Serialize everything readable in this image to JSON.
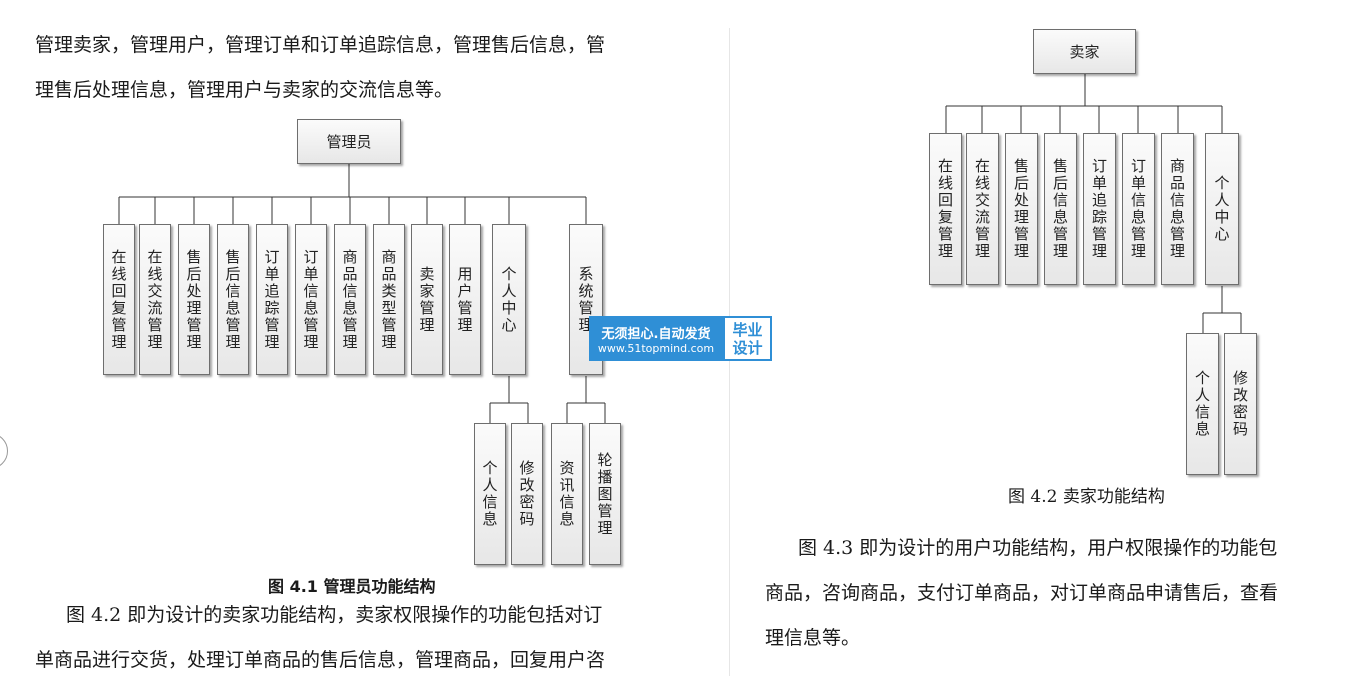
{
  "left_column": {
    "para_top_lines": [
      "管理卖家，管理用户，管理订单和订单追踪信息，管理售后信息，管",
      "理售后处理信息，管理用户与卖家的交流信息等。"
    ],
    "diagram": {
      "root": "管理员",
      "children": [
        "在线回复管理",
        "在线交流管理",
        "售后处理管理",
        "售后信息管理",
        "订单追踪管理",
        "订单信息管理",
        "商品信息管理",
        "商品类型管理",
        "卖家管理",
        "用户管理",
        "个人中心",
        "系统管理"
      ],
      "sub_personal": [
        "个人信息",
        "修改密码"
      ],
      "sub_system": [
        "资讯信息",
        "轮播图管理"
      ]
    },
    "caption": "图 4.1  管理员功能结构",
    "para_bottom_lines": [
      "图 4.2 即为设计的卖家功能结构，卖家权限操作的功能包括对订",
      "单商品进行交货，处理订单商品的售后信息，管理商品，回复用户咨"
    ]
  },
  "right_column": {
    "diagram": {
      "root": "卖家",
      "children": [
        "在线回复管理",
        "在线交流管理",
        "售后处理管理",
        "售后信息管理",
        "订单追踪管理",
        "订单信息管理",
        "商品信息管理",
        "个人中心"
      ],
      "sub_personal": [
        "个人信息",
        "修改密码"
      ]
    },
    "caption": "图 4.2  卖家功能结构",
    "para_lines": [
      "图 4.3 即为设计的用户功能结构，用户权限操作的功能包",
      "商品，咨询商品，支付订单商品，对订单商品申请售后，查看",
      "理信息等。"
    ]
  },
  "watermark": {
    "line1": "无须担心.自动发货",
    "line2": "www.51topmind.com",
    "badge_line1": "毕业",
    "badge_line2": "设计"
  }
}
